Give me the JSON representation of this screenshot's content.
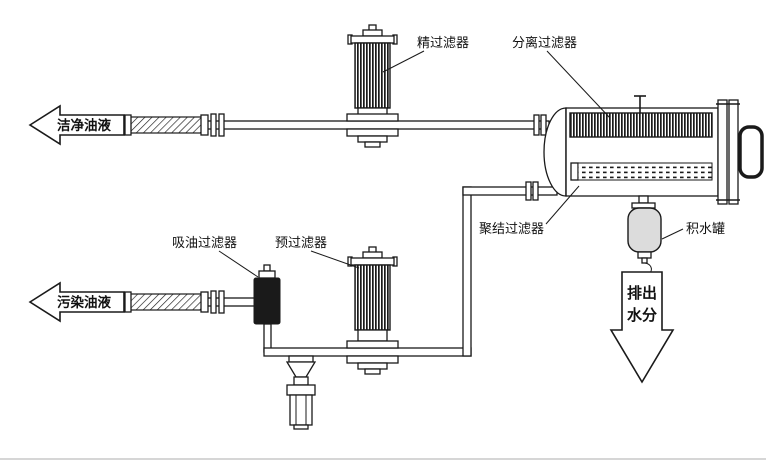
{
  "diagram": {
    "labels": {
      "fine_filter": "精过滤器",
      "separation_filter": "分离过滤器",
      "coalescing_filter": "聚结过滤器",
      "water_tank": "积水罐",
      "suction_filter": "吸油过滤器",
      "pre_filter": "预过滤器"
    },
    "flow_arrows": {
      "clean_oil": "洁净油液",
      "contaminated_oil": "污染油液",
      "discharge_water_line1": "排出",
      "discharge_water_line2": "水分"
    },
    "colors": {
      "line": "#1a1a1a",
      "background": "#ffffff",
      "tank_fill": "#dcdcdc"
    }
  }
}
